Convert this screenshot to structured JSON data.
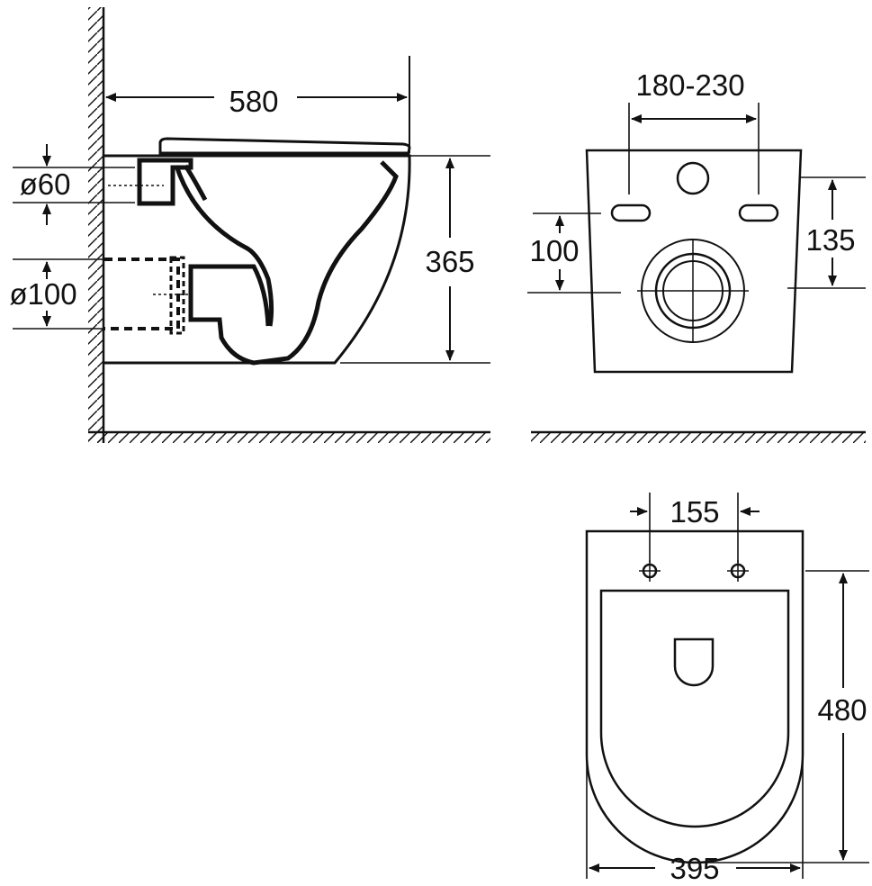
{
  "colors": {
    "ink": "#111111",
    "paper": "#ffffff"
  },
  "side_view": {
    "depth_label": "580",
    "height_label": "365",
    "inlet_diameter_label": "ø60",
    "outlet_diameter_label": "ø100"
  },
  "rear_view": {
    "bolt_spacing_label": "180-230",
    "outlet_height_label": "100",
    "bolt_height_label": "135"
  },
  "top_view": {
    "seat_hole_spacing_label": "155",
    "length_label": "480",
    "width_label": "395"
  }
}
